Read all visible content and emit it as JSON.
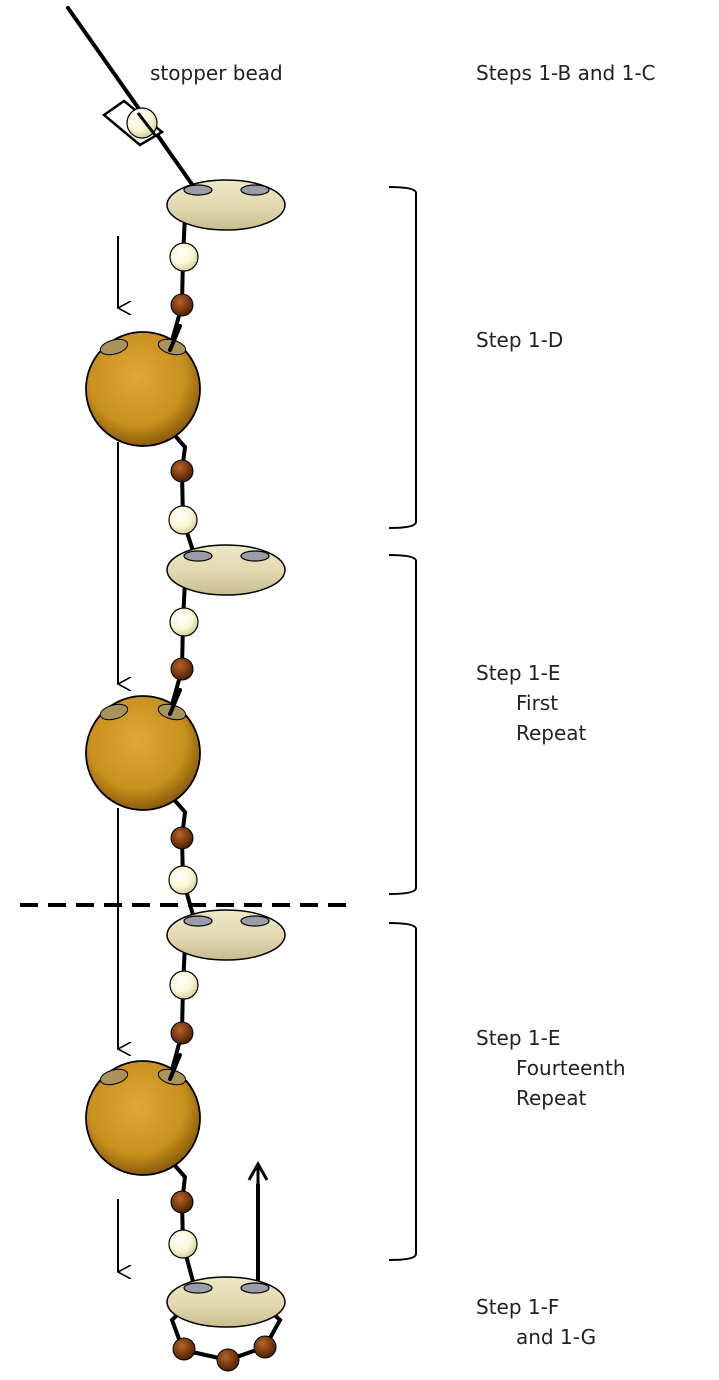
{
  "labels": {
    "stopper": "stopper bead",
    "step_1bc": "Steps 1-B and 1-C",
    "step_1d": "Step 1-D",
    "step_1e_first": {
      "line1": "Step 1-E",
      "line2": "First",
      "line3": "Repeat"
    },
    "step_1e_fourteenth": {
      "line1": "Step 1-E",
      "line2": "Fourteenth",
      "line3": "Repeat"
    },
    "step_1fg": {
      "line1": "Step 1-F",
      "line2": "and 1-G"
    }
  },
  "colors": {
    "oval_bead": "#e8dfb8",
    "seed_bead_light": "#fdfbe0",
    "seed_bead_brown": "#7a3a10",
    "round_bead": "#c8901c",
    "thread": "#000000",
    "bracket": "#000000"
  }
}
